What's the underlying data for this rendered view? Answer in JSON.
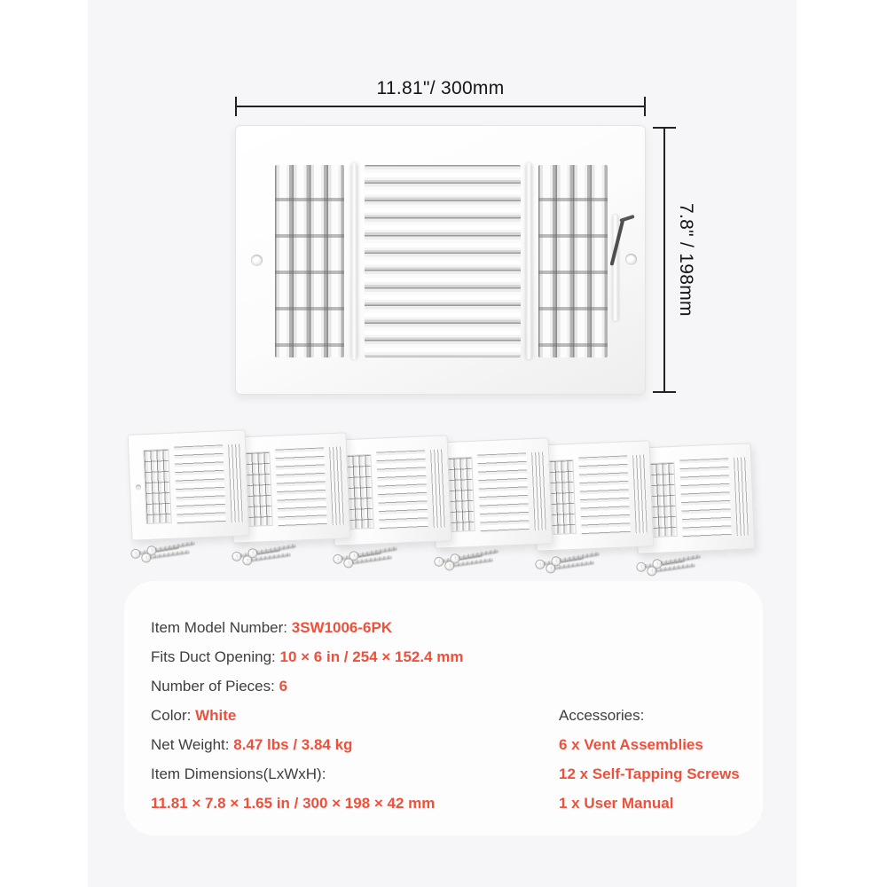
{
  "dimensions": {
    "width_label": "11.81\"/ 300mm",
    "height_label": "7.8\" / 198mm"
  },
  "specs": {
    "left": [
      {
        "label": "Item Model Number: ",
        "value": "3SW1006-6PK"
      },
      {
        "label": "Fits Duct Opening: ",
        "value": "10 × 6 in / 254 × 152.4 mm"
      },
      {
        "label": "Number of Pieces: ",
        "value": "6"
      },
      {
        "label": "Color: ",
        "value": "White"
      },
      {
        "label": "Net Weight: ",
        "value": "8.47 lbs / 3.84 kg"
      },
      {
        "label": "Item Dimensions(LxWxH):",
        "value": ""
      },
      {
        "label": "",
        "value": "11.81 × 7.8 × 1.65 in / 300 × 198 × 42 mm"
      }
    ],
    "right": {
      "heading": "Accessories:",
      "items": [
        "6 x Vent Assemblies",
        "12 x Self-Tapping Screws",
        "1 x User Manual"
      ]
    }
  },
  "colors": {
    "accent": "#F0503A",
    "label_text": "#3E3E3E",
    "dimension_text": "#141414",
    "stage_background": "#F6F6F8",
    "panel_background": "#FDFDFE"
  }
}
